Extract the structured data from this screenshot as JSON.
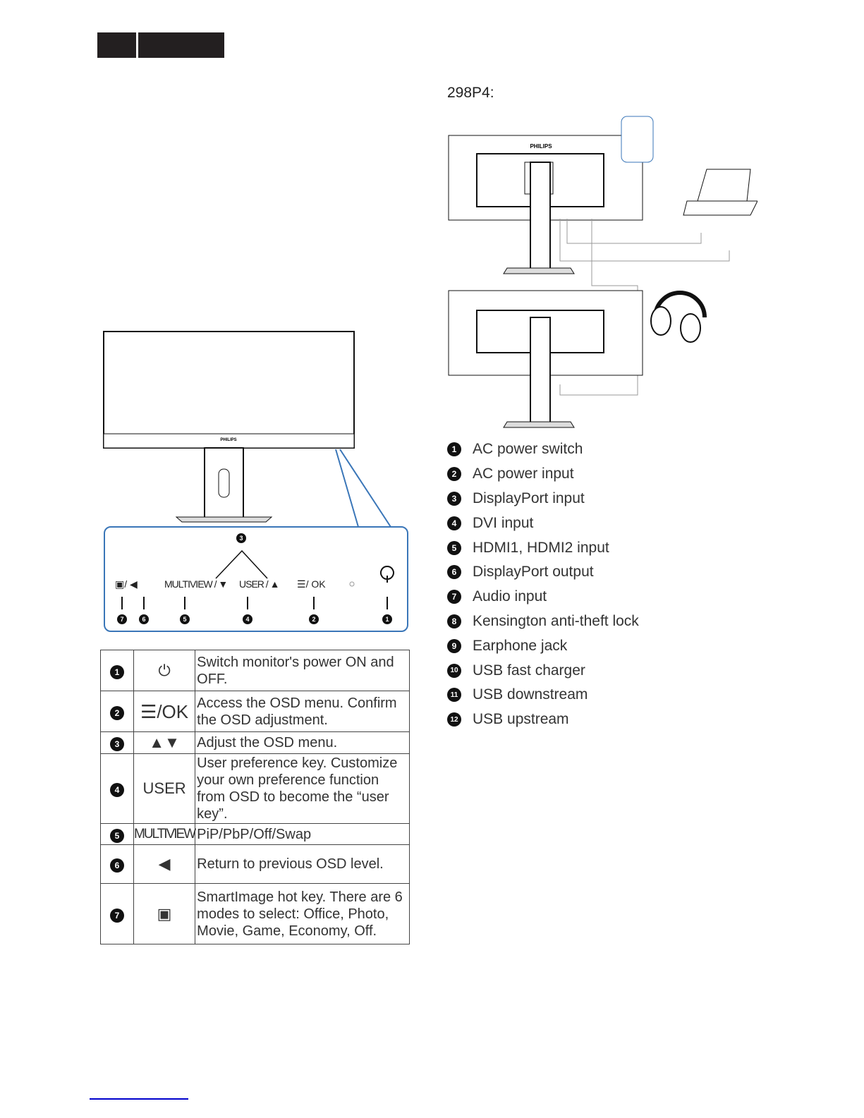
{
  "model_heading": "298P4:",
  "front_brand": "PHILIPS",
  "button_panel": {
    "labels": [
      "/ ◀",
      "MULTIVIEW / ▼",
      "USER / ▲",
      "/ OK"
    ],
    "numbers": [
      "7",
      "6",
      "5",
      "4",
      "2",
      "1",
      "3"
    ]
  },
  "controls_table": [
    {
      "num": "1",
      "key": "power-icon",
      "desc": "Switch monitor's power ON and OFF."
    },
    {
      "num": "2",
      "key": "/OK",
      "desc": "Access the OSD menu. Confirm the OSD adjustment."
    },
    {
      "num": "3",
      "key": "▲▼",
      "desc": "Adjust the OSD menu."
    },
    {
      "num": "4",
      "key": "USER",
      "desc": "User preference key. Customize your own preference function from OSD to become the “user key”."
    },
    {
      "num": "5",
      "key": "MULTIVIEW",
      "desc": "PiP/PbP/Off/Swap"
    },
    {
      "num": "6",
      "key": "◀",
      "desc": "Return to previous OSD level."
    },
    {
      "num": "7",
      "key": "smartimage-icon",
      "desc": "SmartImage hot key. There are 6 modes to select: Office, Photo, Movie, Game, Economy, Off."
    }
  ],
  "rear_brand": "PHILIPS",
  "connectors": [
    {
      "num": "1",
      "label": "AC power switch"
    },
    {
      "num": "2",
      "label": "AC power input"
    },
    {
      "num": "3",
      "label": "DisplayPort input"
    },
    {
      "num": "4",
      "label": "DVI input"
    },
    {
      "num": "5",
      "label": "HDMI1, HDMI2 input"
    },
    {
      "num": "6",
      "label": "DisplayPort output"
    },
    {
      "num": "7",
      "label": "Audio input"
    },
    {
      "num": "8",
      "label": "Kensington anti-theft lock"
    },
    {
      "num": "9",
      "label": "Earphone jack"
    },
    {
      "num": "10",
      "label": "USB fast charger"
    },
    {
      "num": "11",
      "label": "USB downstream"
    },
    {
      "num": "12",
      "label": "USB upstream"
    }
  ]
}
